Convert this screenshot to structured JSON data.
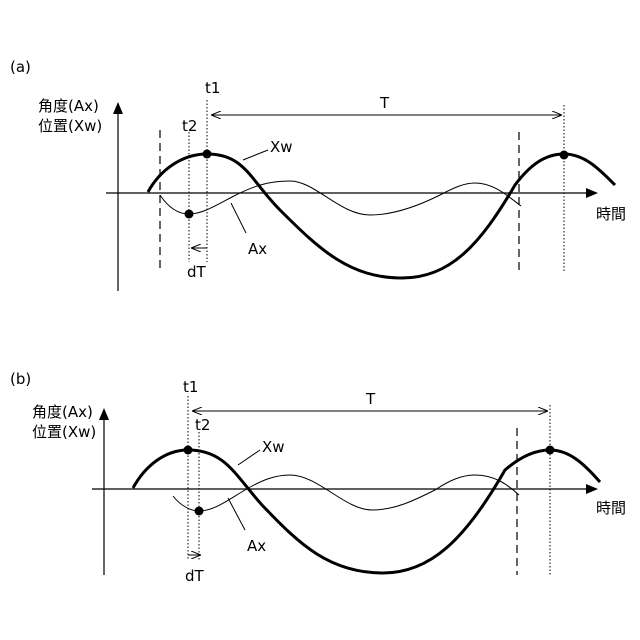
{
  "panels": [
    {
      "label": "(a)",
      "y_axis_line1": "角度(Ax)",
      "y_axis_line2": "位置(Xw)",
      "x_axis_label": "時間",
      "t1": "t1",
      "t2": "t2",
      "T": "T",
      "dT": "dT",
      "Xw": "Xw",
      "Ax": "Ax"
    },
    {
      "label": "(b)",
      "y_axis_line1": "角度(Ax)",
      "y_axis_line2": "位置(Xw)",
      "x_axis_label": "時間",
      "t1": "t1",
      "t2": "t2",
      "T": "T",
      "dT": "dT",
      "Xw": "Xw",
      "Ax": "Ax"
    }
  ]
}
